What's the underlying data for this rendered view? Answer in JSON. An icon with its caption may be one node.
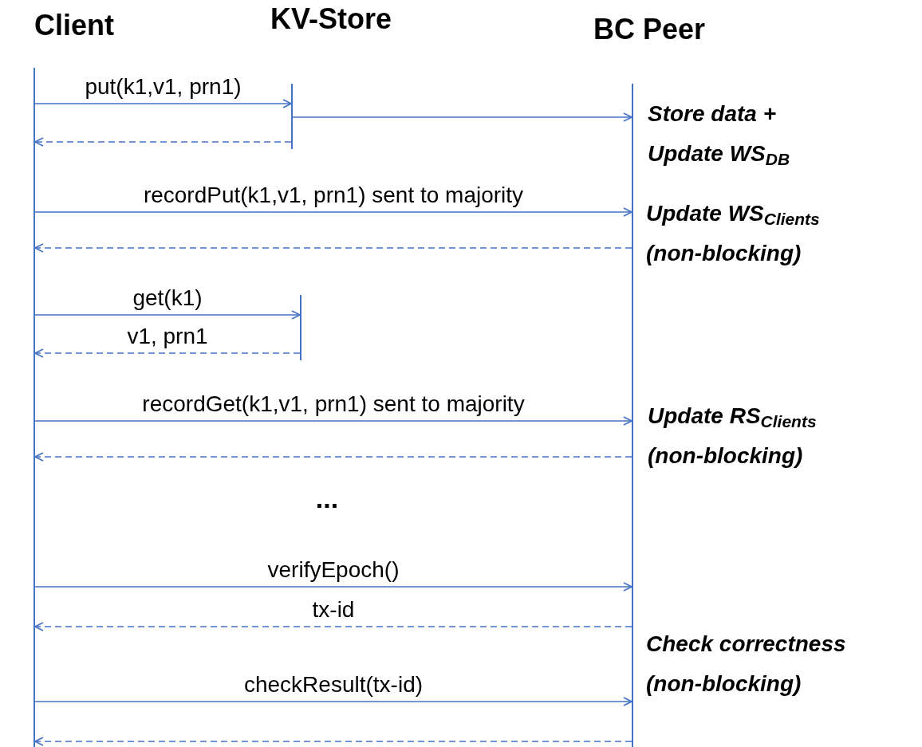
{
  "diagram": {
    "nodes": [
      {
        "text": [
          "Client"
        ]
      },
      {
        "text": [
          "KV-Store"
        ]
      },
      {
        "text": [
          "BC Peer"
        ]
      },
      {
        "text": [],
        "shape": "bar"
      },
      {
        "text": [],
        "shape": "bar"
      }
    ],
    "edges": [
      {
        "from": 0,
        "to": 3,
        "arrow": "to",
        "label": "put(k1,v1, prn1)"
      },
      {
        "from": 3,
        "to": 2,
        "arrow": "to"
      },
      {
        "from": 3,
        "to": 0,
        "arrow": "to",
        "style": "dashed"
      },
      {
        "from": 0,
        "to": 2,
        "arrow": "to",
        "label": "recordPut(k1,v1, prn1) sent to majority"
      },
      {
        "from": 2,
        "to": 0,
        "arrow": "to",
        "style": "dashed"
      },
      {
        "from": 0,
        "to": 4,
        "arrow": "to",
        "label": "get(k1)"
      },
      {
        "from": 4,
        "to": 0,
        "arrow": "to",
        "style": "dashed",
        "label": "v1, prn1"
      },
      {
        "from": 0,
        "to": 2,
        "arrow": "to",
        "label": "recordGet(k1,v1, prn1) sent to majority"
      },
      {
        "from": 2,
        "to": 0,
        "arrow": "to",
        "style": "dashed"
      },
      {
        "from": 0,
        "to": 2,
        "arrow": "to",
        "label": "verifyEpoch()"
      },
      {
        "from": 2,
        "to": 0,
        "arrow": "to",
        "style": "dashed",
        "label": "tx-id"
      },
      {
        "from": 0,
        "to": 2,
        "arrow": "to",
        "label": "checkResult(tx-id)"
      },
      {
        "from": 2,
        "to": 0,
        "arrow": "to",
        "style": "dashed"
      }
    ],
    "labels": [
      "Store data + Update WS$_{DB}$",
      "Update WS$_{Clients}$ (non-blocking)",
      "Update RS$_{Clients}$ (non-blocking)",
      "...",
      "Check correctness (non-blocking)"
    ]
  }
}
